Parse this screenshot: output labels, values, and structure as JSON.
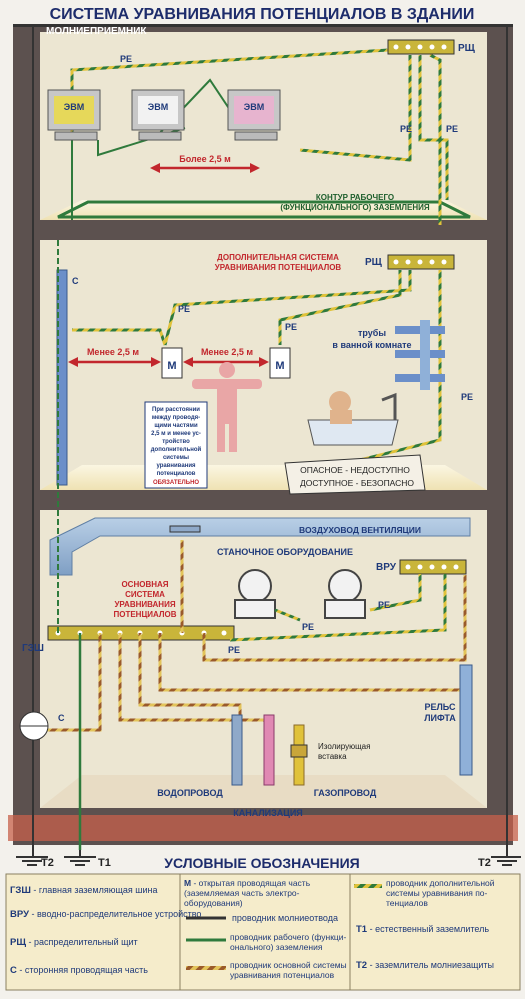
{
  "title": "СИСТЕМА УРАВНИВАНИЯ ПОТЕНЦИАЛОВ В ЗДАНИИ",
  "top_floor": {
    "lightning_label": "МОЛНИЕПРИЕМНИК",
    "computers": [
      "ЭВМ",
      "ЭВМ",
      "ЭВМ"
    ],
    "distance_label": "Более 2,5 м",
    "pe_label": "PE",
    "rsh_label": "РЩ",
    "contour_label_1": "КОНТУР РАБОЧЕГО",
    "contour_label_2": "(ФУНКЦИОНАЛЬНОГО) ЗАЗЕМЛЕНИЯ"
  },
  "middle_floor": {
    "additional_system_1": "ДОПОЛНИТЕЛЬНАЯ СИСТЕМА",
    "additional_system_2": "УРАВНИВАНИЯ ПОТЕНЦИАЛОВ",
    "rsh_label": "РЩ",
    "pe_label": "PE",
    "c_label": "С",
    "less_left": "Менее 2,5 м",
    "less_right": "Менее 2,5 м",
    "m_label": "М",
    "pipes_label_1": "трубы",
    "pipes_label_2": "в ванной комнате",
    "note_lines": [
      "При расстоянии",
      "между проводя-",
      "щими частями",
      "2,5 м и менее ус-",
      "тройство",
      "дополнительной",
      "системы",
      "уравнивания",
      "потенциалов"
    ],
    "note_required": "ОБЯЗАТЕЛЬНО",
    "sign_line_1": "ОПАСНОЕ - НЕДОСТУПНО",
    "sign_line_2": "ДОСТУПНОЕ - БЕЗОПАСНО"
  },
  "bottom_floor": {
    "duct_label": "ВОЗДУХОВОД ВЕНТИЛЯЦИИ",
    "machines_label": "СТАНОЧНОЕ ОБОРУДОВАНИЕ",
    "vru_label": "ВРУ",
    "main_system": [
      "ОСНОВНАЯ",
      "СИСТЕМА",
      "УРАВНИВАНИЯ",
      "ПОТЕНЦИАЛОВ"
    ],
    "gzsh_label": "ГЗШ",
    "pe_label": "PE",
    "c_label": "С",
    "rail_label_1": "РЕЛЬС",
    "rail_label_2": "ЛИФТА",
    "insulating_1": "Изолирующая",
    "insulating_2": "вставка",
    "water_label": "ВОДОПРОВОД",
    "gas_label": "ГАЗОПРОВОД",
    "sewer_label": "КАНАЛИЗАЦИЯ"
  },
  "ground": {
    "t2_left": "Т2",
    "t1": "Т1",
    "t2_right": "Т2"
  },
  "legend": {
    "title": "УСЛОВНЫЕ ОБОЗНАЧЕНИЯ",
    "col1": [
      {
        "key": "ГЗШ",
        "text": " - главная заземляющая шина"
      },
      {
        "key": "ВРУ",
        "text": " - вводно-распределительное устройство"
      },
      {
        "key": "РЩ",
        "text": " - распределительный щит"
      },
      {
        "key": "С",
        "text": " - сторонняя проводящая часть"
      }
    ],
    "col2": [
      {
        "key": "М",
        "text": " - открытая проводящая часть (заземляемая часть электро-оборудования)"
      },
      {
        "key": "",
        "text": "проводник молниеотвода"
      },
      {
        "key": "",
        "text": "проводник рабочего (функци-онального) заземления"
      },
      {
        "key": "",
        "text": "проводник основной системы уравнивания потенциалов"
      }
    ],
    "col3": [
      {
        "key": "",
        "text": "проводник дополнительной системы уравнивания по-тенциалов"
      },
      {
        "key": "Т1",
        "text": " - естественный заземлитель"
      },
      {
        "key": "Т2",
        "text": " - заземлитель молниезащиты"
      }
    ]
  },
  "colors": {
    "wall": "#5c514f",
    "floor_fill": "#f7efcf",
    "yellow_cable": "#e0c23a",
    "green_cable": "#2f7a3c",
    "main_cable": "#b07a3a",
    "red_arrow": "#c2272d",
    "blue_text": "#1f3a7a",
    "bus": "#c9b53a"
  }
}
